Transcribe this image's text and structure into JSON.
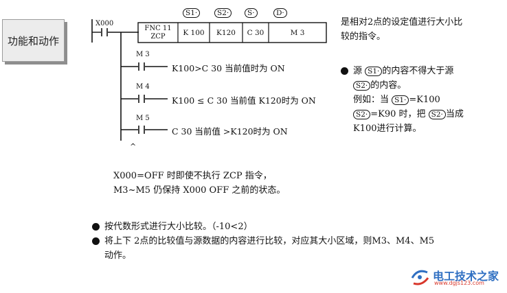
{
  "side_label": "功能和动作",
  "ladder": {
    "input_contact": "X000",
    "instruction": {
      "fnc_line1": "FNC 11",
      "fnc_line2": "ZCP",
      "operands": [
        "K 100",
        "K120",
        "C 30",
        "M  3"
      ],
      "operand_tags": [
        "S1·",
        "S2·",
        "S·",
        "D·"
      ]
    },
    "outputs": [
      {
        "coil": "M 3",
        "text": "K100>C 30 当前值时为 ON"
      },
      {
        "coil": "M 4",
        "text": "K100 ≤ C 30 当前值 K120时为 ON"
      },
      {
        "coil": "M 5",
        "text": "C 30 当前值 >K120时为 ON"
      }
    ],
    "caret": "^"
  },
  "right_notes": {
    "line1": "是相对2点的设定值进行大小比",
    "line2": "较的指令。",
    "bullet": {
      "tag_s1": "S1·",
      "tag_s2": "S2·",
      "part1a": "源",
      "part1b": "的内容不得大于源",
      "part2": "的内容。",
      "part3a": "例如：当",
      "part3b": "=K100",
      "part4a": "=K90 时，把",
      "part4b": "当成",
      "part5": "K100进行计算。"
    }
  },
  "off_note": {
    "line1": "X000=OFF 时即使不执行 ZCP 指令，",
    "line2": "M3~M5 仍保持 X000 OFF 之前的状态。"
  },
  "bullets": [
    {
      "text": "按代数形式进行大小比较。（-10<2）"
    },
    {
      "text": "将上下 2点的比较值与源数据的内容进行比较，对应其大小区域，则M3、M4、M5"
    },
    {
      "text": "动作。"
    }
  ],
  "watermark": {
    "name": "电工技术之家",
    "url": "www.dgjs123.com"
  },
  "colors": {
    "watermark_blue": "#2f6fc2",
    "watermark_red": "#d8372b"
  }
}
